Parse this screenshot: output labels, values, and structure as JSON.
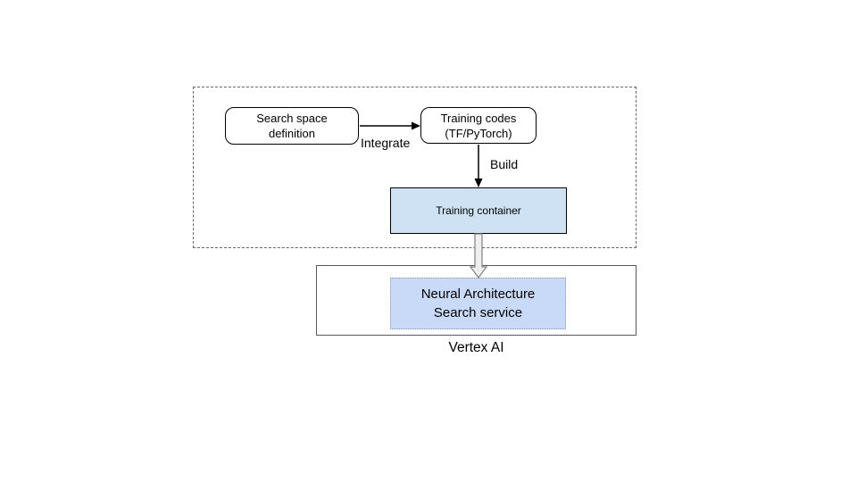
{
  "pipeline_group": {
    "boxes": {
      "search_space": {
        "label": "Search space\ndefinition"
      },
      "training_codes": {
        "label": "Training codes\n(TF/PyTorch)"
      },
      "training_container": {
        "label": "Training container"
      }
    },
    "connectors": {
      "integrate": {
        "label": "Integrate"
      },
      "build": {
        "label": "Build"
      }
    }
  },
  "vertex_ai_group": {
    "label": "Vertex AI",
    "boxes": {
      "nas_service": {
        "label": "Neural Architecture\nSearch service"
      }
    }
  },
  "colors": {
    "training_container_fill": "#cfe2f3",
    "nas_service_fill": "#c9daf8",
    "box_border": "#000000",
    "dashed_group_border": "#666666",
    "vertex_group_border": "#595959",
    "nas_dotted_border": "#8a94ad",
    "thick_arrow_fill": "#efefef",
    "thick_arrow_stroke": "#808080",
    "arrow_stroke": "#000000"
  }
}
